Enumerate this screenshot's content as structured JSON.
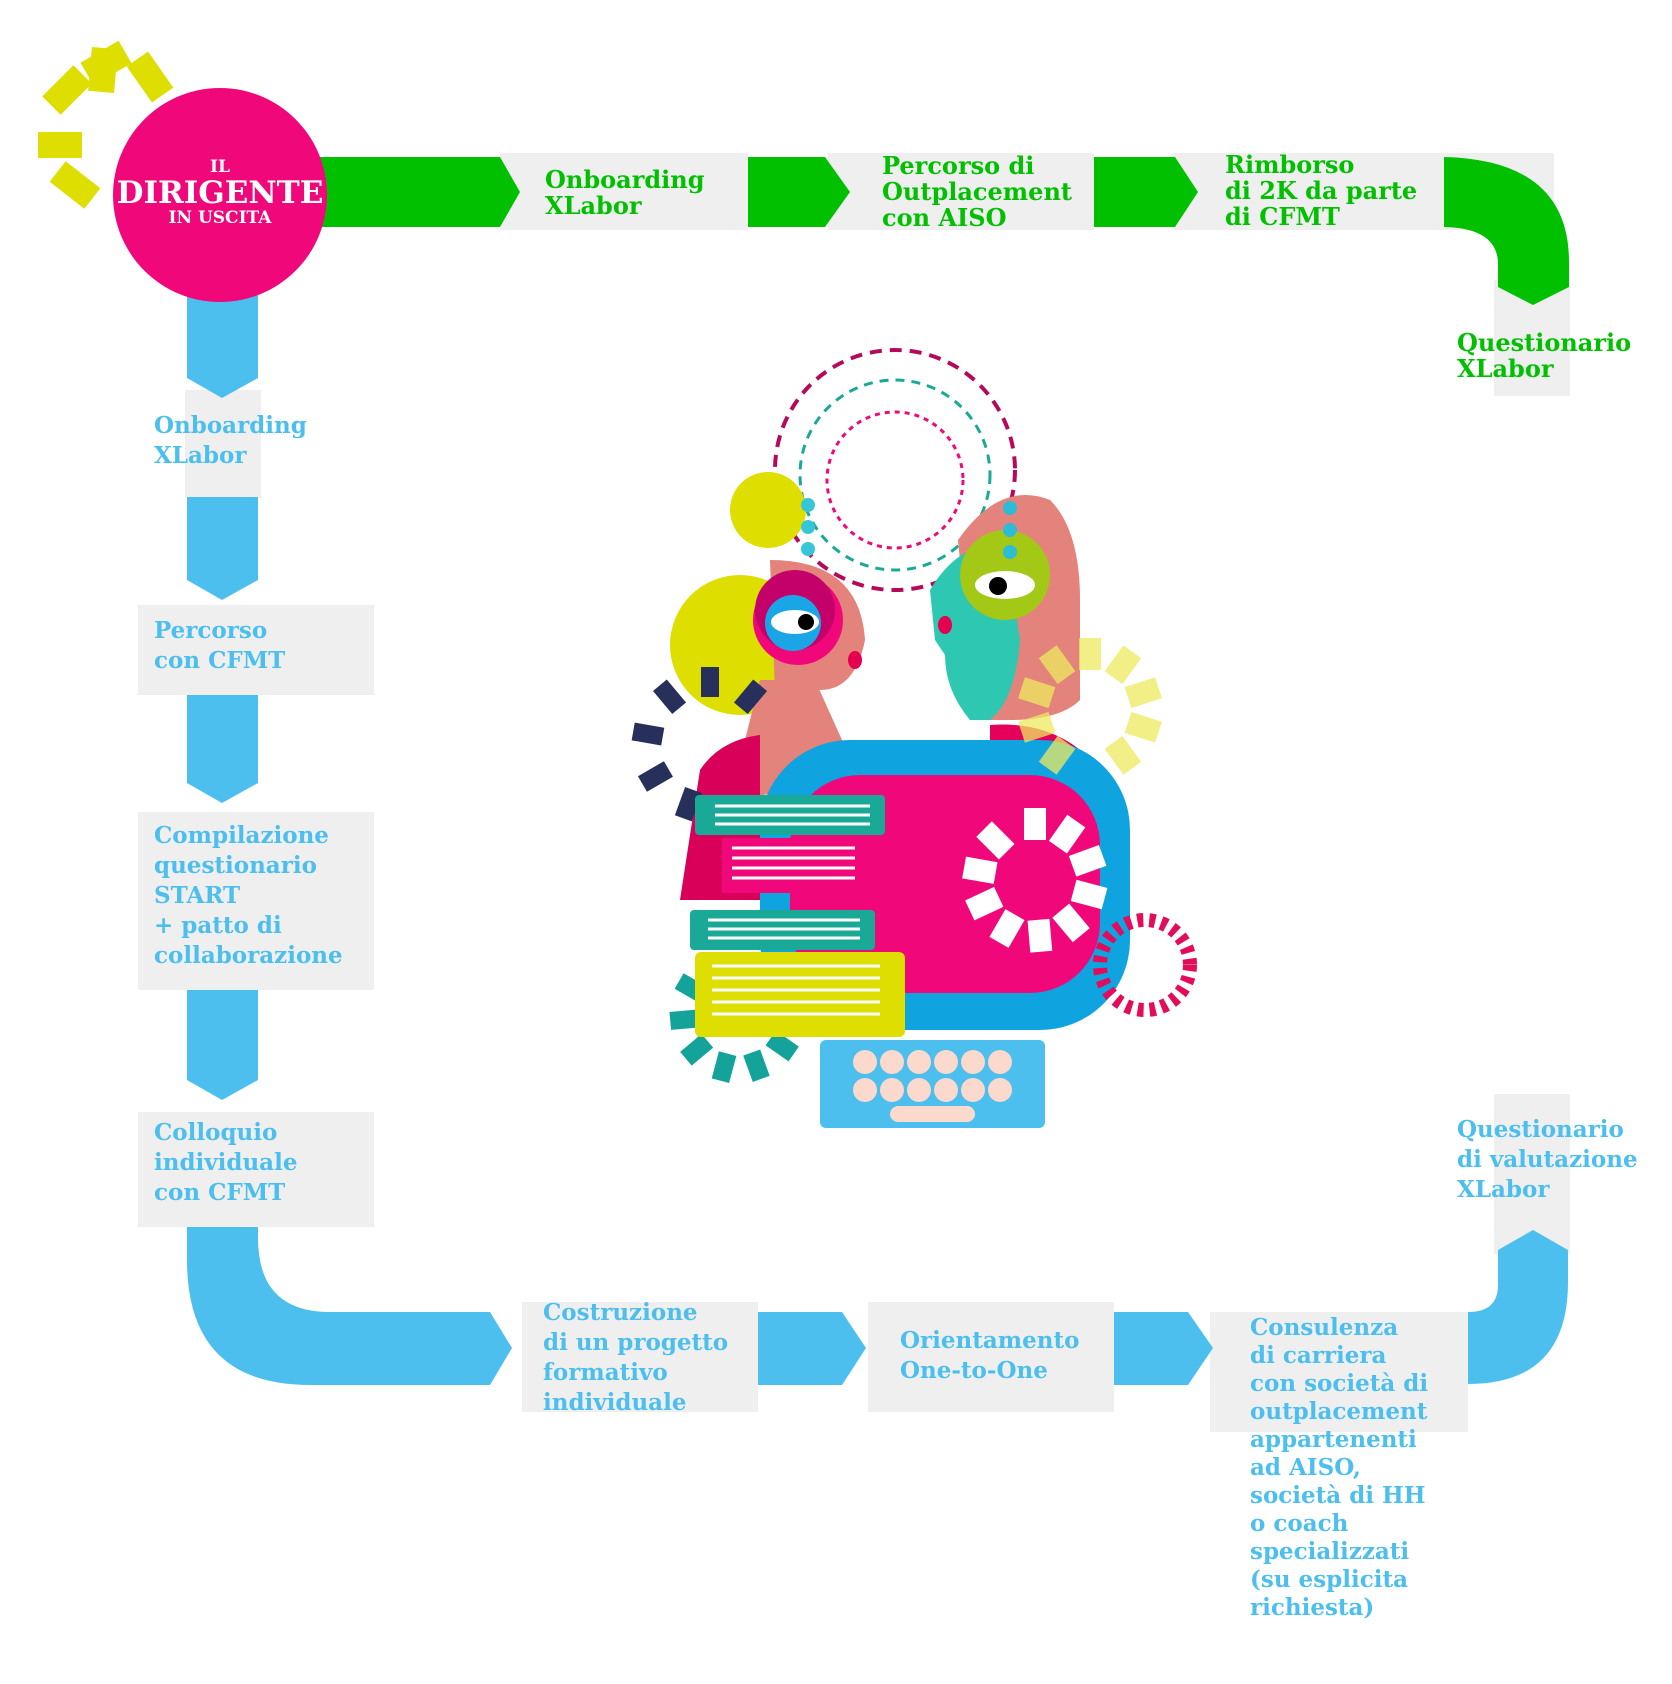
{
  "start": {
    "line1": "IL",
    "line2": "DIRIGENTE",
    "line3": "IN USCITA"
  },
  "green_path": [
    {
      "lines": [
        "Onboarding",
        "XLabor"
      ]
    },
    {
      "lines": [
        "Percorso di",
        "Outplacement",
        "con AISO"
      ]
    },
    {
      "lines": [
        "Rimborso",
        "di 2K da parte",
        "di CFMT"
      ]
    },
    {
      "lines": [
        "Questionario",
        "XLabor"
      ]
    }
  ],
  "blue_path": [
    {
      "lines": [
        "Onboarding",
        "XLabor"
      ]
    },
    {
      "lines": [
        "Percorso",
        "con CFMT"
      ]
    },
    {
      "lines": [
        "Compilazione",
        "questionario",
        "START",
        "+ patto di",
        "collaborazione"
      ]
    },
    {
      "lines": [
        "Colloquio",
        "individuale",
        "con CFMT"
      ]
    },
    {
      "lines": [
        "Costruzione",
        "di un progetto",
        "formativo",
        "individuale"
      ]
    },
    {
      "lines": [
        "Orientamento",
        "One-to-One"
      ]
    },
    {
      "lines": [
        "Consulenza",
        "di carriera",
        "con società di",
        "outplacement",
        "appartenenti",
        "ad AISO,",
        "società di HH",
        "o coach",
        "specializzati",
        "(su esplicita",
        "richiesta)"
      ]
    },
    {
      "lines": [
        "Questionario",
        "di valutazione",
        "XLabor"
      ]
    }
  ],
  "colors": {
    "green": "#00c000",
    "blue": "#4cbfee",
    "magenta": "#f0087a",
    "yellow": "#dede00",
    "panel": "#efefef"
  },
  "icons": [
    "sun-rays-icon",
    "two-faces-illustration",
    "computer-illustration",
    "books-illustration",
    "gear-icon"
  ]
}
